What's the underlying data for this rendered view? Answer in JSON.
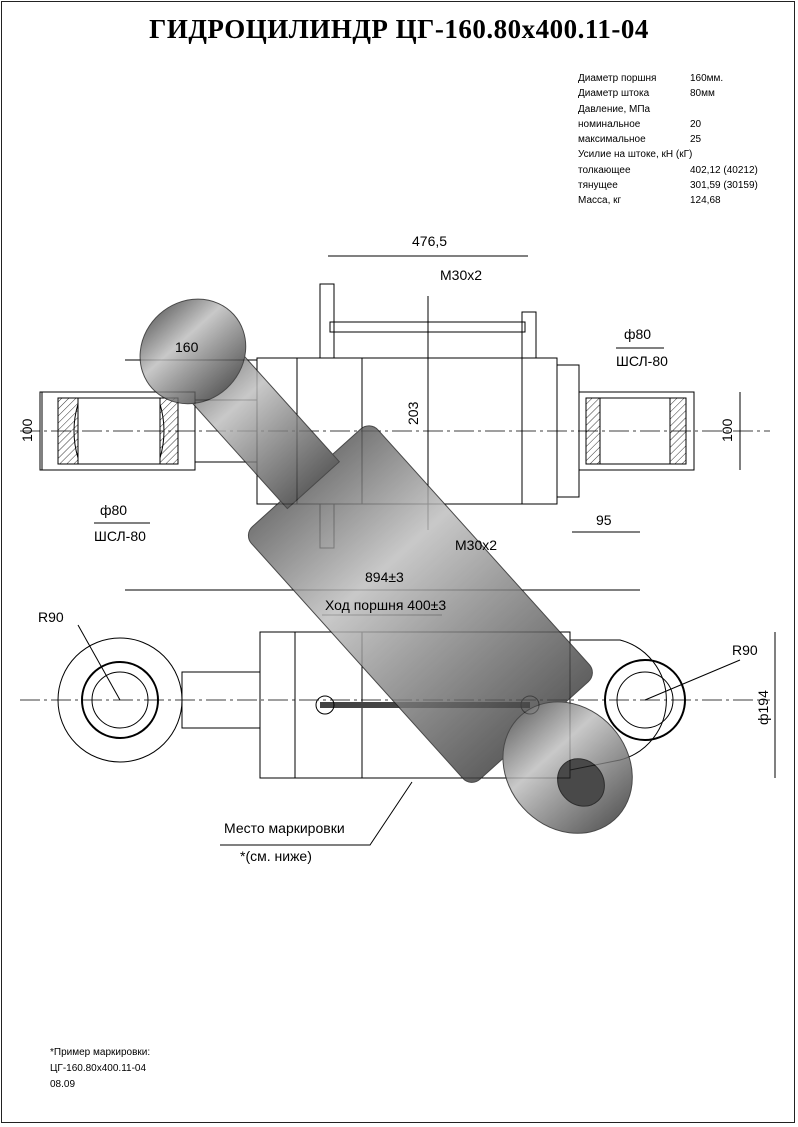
{
  "title": "ГИДРОЦИЛИНДР ЦГ-160.80х400.11-04",
  "specs": [
    {
      "label": "Диаметр поршня",
      "value": "160мм."
    },
    {
      "label": "Диаметр штока",
      "value": "80мм"
    },
    {
      "label": "Давление, МПа",
      "value": ""
    },
    {
      "label": "номинальное",
      "value": "20"
    },
    {
      "label": "максимальное",
      "value": "25"
    },
    {
      "label": "Усилие на штоке, кН (кГ)",
      "value": ""
    },
    {
      "label": "толкающее",
      "value": "402,12 (40212)"
    },
    {
      "label": "тянущее",
      "value": "301,59 (30159)"
    },
    {
      "label": "Масса, кг",
      "value": "124,68"
    }
  ],
  "dimensions": {
    "port_spacing": "476,5",
    "port_thread_top": "М30х2",
    "port_thread_bottom": "М30х2",
    "rod_end_offset": "160",
    "left_bore": "ф80",
    "left_bearing": "ШСЛ-80",
    "right_bore": "ф80",
    "right_bearing": "ШСЛ-80",
    "left_width": "100",
    "right_width": "100",
    "port_height": "203",
    "right_offset": "95",
    "install_length": "894±3",
    "stroke": "Ход поршня 400±3",
    "left_radius": "R90",
    "right_radius": "R90",
    "body_diameter": "ф194"
  },
  "marking": {
    "place_label": "Место маркировки",
    "see_below": "*(см. ниже)"
  },
  "note": {
    "heading": "*Пример маркировки:",
    "code": "ЦГ-160.80х400.11-04",
    "date": "08.09"
  }
}
